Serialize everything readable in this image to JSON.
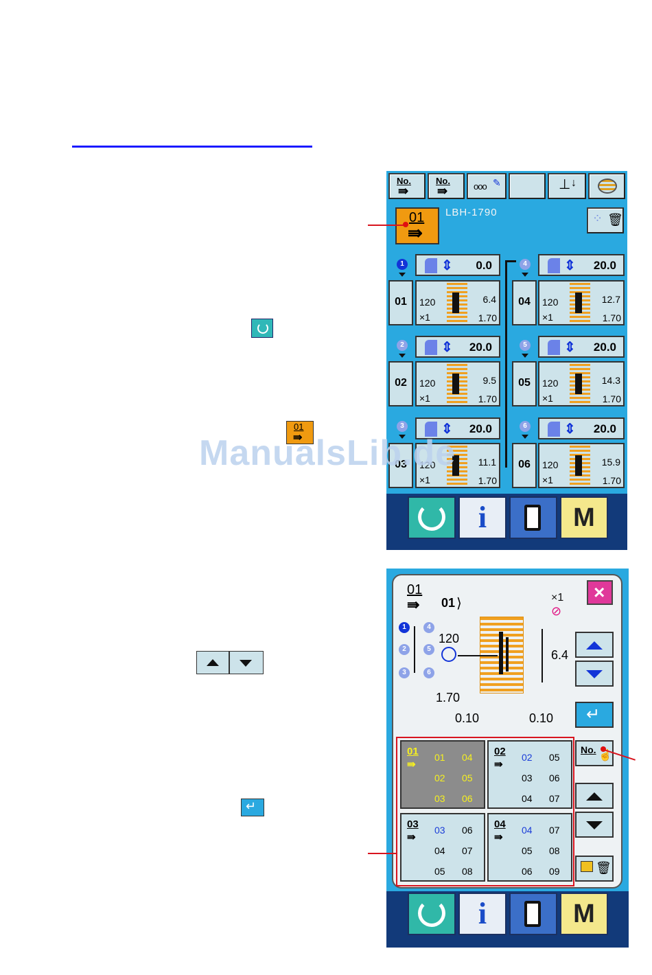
{
  "panel1": {
    "model": "LBH-1790",
    "top_keys": [
      {
        "label": "No.",
        "icon": "pattern-no-edit-icon"
      },
      {
        "label": "No.",
        "icon": "pattern-no-select-icon"
      },
      {
        "label": "ooo",
        "icon": "counter-edit-icon"
      },
      {
        "label": "",
        "icon": "blank-key"
      },
      {
        "label": "",
        "icon": "presser-down-icon"
      },
      {
        "label": "",
        "icon": "bobbin-winder-icon"
      }
    ],
    "cycle_button": {
      "num": "01",
      "arrow": "⇛"
    },
    "steps_left": [
      {
        "num": "1",
        "height": "0.0",
        "step": "01",
        "v120": "120",
        "x1": "×1",
        "right": "6.4",
        "bottom": "1.70"
      },
      {
        "num": "2",
        "height": "20.0",
        "step": "02",
        "v120": "120",
        "x1": "×1",
        "right": "9.5",
        "bottom": "1.70"
      },
      {
        "num": "3",
        "height": "20.0",
        "step": "03",
        "v120": "120",
        "x1": "×1",
        "right": "11.1",
        "bottom": "1.70"
      }
    ],
    "steps_right": [
      {
        "num": "4",
        "height": "20.0",
        "step": "04",
        "v120": "120",
        "x1": "×1",
        "right": "12.7",
        "bottom": "1.70"
      },
      {
        "num": "5",
        "height": "20.0",
        "step": "05",
        "v120": "120",
        "x1": "×1",
        "right": "14.3",
        "bottom": "1.70"
      },
      {
        "num": "6",
        "height": "20.0",
        "step": "06",
        "v120": "120",
        "x1": "×1",
        "right": "15.9",
        "bottom": "1.70"
      }
    ]
  },
  "side_icons": {
    "reset_small": "reset-icon",
    "cycle_small_num": "01",
    "cycle_small_arrow": "⇛"
  },
  "panel2": {
    "header_num": "01",
    "header_step": "01",
    "x1": "×1",
    "dim_120": "120",
    "dim_64": "6.4",
    "dim_170": "1.70",
    "dim_010a": "0.10",
    "dim_010b": "0.10",
    "side_nums": [
      "1",
      "2",
      "3",
      "4",
      "5",
      "6"
    ],
    "patterns": [
      {
        "num": "01",
        "c1": [
          "01",
          "02",
          "03"
        ],
        "c2": [
          "04",
          "05",
          "06"
        ],
        "selected": true
      },
      {
        "num": "02",
        "c1": [
          "02",
          "03",
          "04"
        ],
        "c2": [
          "05",
          "06",
          "07"
        ],
        "selected": false
      },
      {
        "num": "03",
        "c1": [
          "03",
          "04",
          "05"
        ],
        "c2": [
          "06",
          "07",
          "08"
        ],
        "selected": false
      },
      {
        "num": "04",
        "c1": [
          "04",
          "05",
          "06"
        ],
        "c2": [
          "07",
          "08",
          "09"
        ],
        "selected": false
      }
    ],
    "no_button": "No."
  },
  "bottom_bar": {
    "info_label": "i",
    "mode_label": "M"
  },
  "watermark": "ManualsLib.de"
}
